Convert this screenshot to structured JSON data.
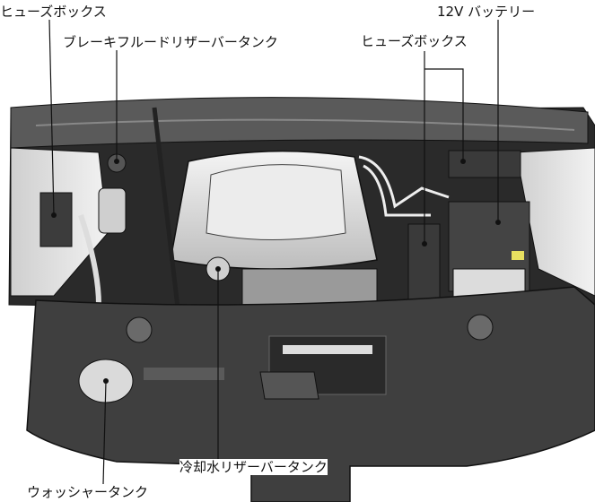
{
  "labels": {
    "fuse_box_left": "ヒューズボックス",
    "brake_fluid_reservoir": "ブレーキフルードリザーバータンク",
    "battery_12v": "12V バッテリー",
    "fuse_box_right": "ヒューズボックス",
    "coolant_reservoir": "冷却水リザーバータンク",
    "washer_tank": "ウォッシャータンク"
  },
  "colors": {
    "dark_panel": "#3a3a3a",
    "mid_gray": "#8a8a8a",
    "light_gray": "#d8d8d8",
    "line": "#111111"
  }
}
